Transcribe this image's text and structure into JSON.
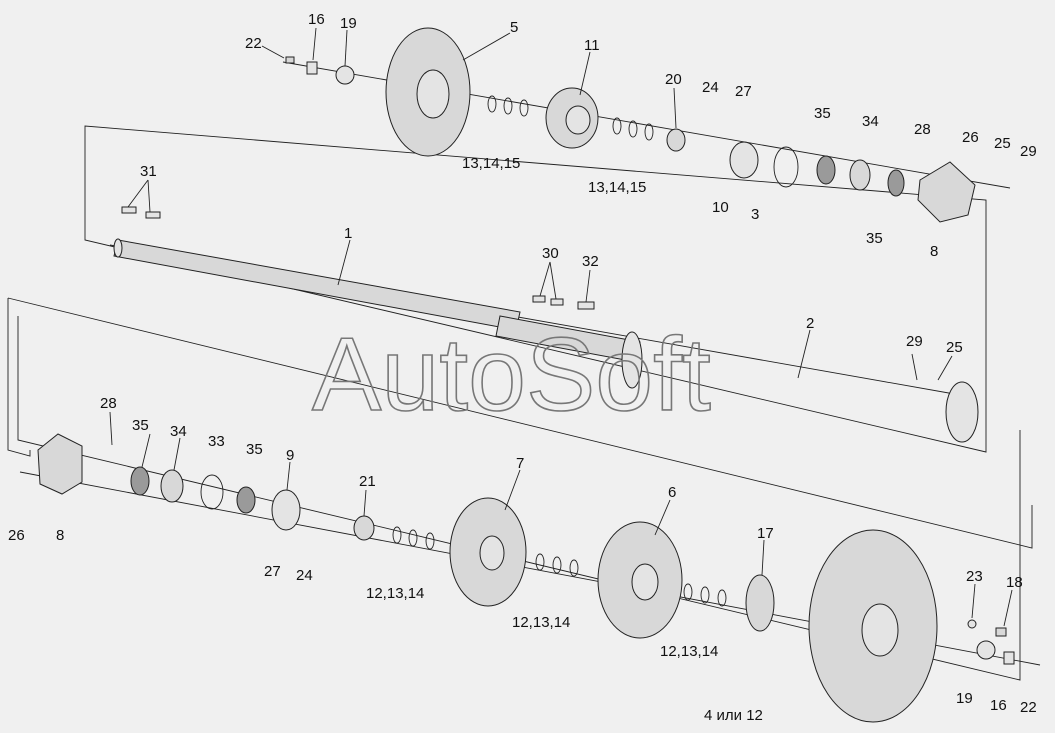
{
  "watermark": "AutoSoft",
  "labels": {
    "l1": "1",
    "l2": "2",
    "l3": "3",
    "l4": "4 или 12",
    "l5": "5",
    "l6": "6",
    "l7": "7",
    "l8a": "8",
    "l8b": "8",
    "l9": "9",
    "l10": "10",
    "l11": "11",
    "l12_13_14a": "12,13,14",
    "l12_13_14b": "12,13,14",
    "l12_13_14c": "12,13,14",
    "l13_14_15a": "13,14,15",
    "l13_14_15b": "13,14,15",
    "l16a": "16",
    "l16b": "16",
    "l17": "17",
    "l18": "18",
    "l19a": "19",
    "l19b": "19",
    "l20": "20",
    "l21": "21",
    "l22a": "22",
    "l22b": "22",
    "l23": "23",
    "l24a": "24",
    "l24b": "24",
    "l25a": "25",
    "l25b": "25",
    "l26a": "26",
    "l26b": "26",
    "l27a": "27",
    "l27b": "27",
    "l28a": "28",
    "l28b": "28",
    "l29a": "29",
    "l29b": "29",
    "l30": "30",
    "l31": "31",
    "l32": "32",
    "l33": "33",
    "l34a": "34",
    "l34b": "34",
    "l35a": "35",
    "l35b": "35",
    "l35c": "35",
    "l35d": "35"
  }
}
